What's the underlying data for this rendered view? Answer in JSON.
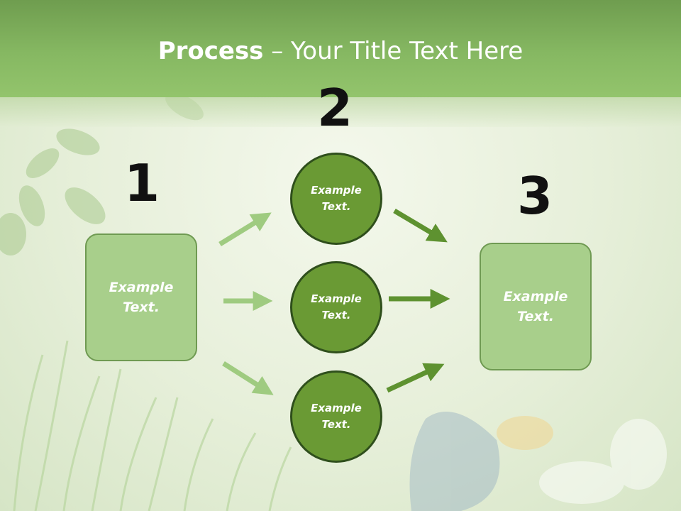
{
  "slide": {
    "title_bold": "Process",
    "title_rest": " – Your Title Text Here"
  },
  "steps": {
    "step1": {
      "number": "1",
      "label": "Example\nText."
    },
    "step2": {
      "number": "2",
      "label": "Example\nText."
    },
    "step3": {
      "number": "3",
      "label": "Example\nText."
    }
  },
  "circles": [
    {
      "label": "Example\nText."
    },
    {
      "label": "Example\nText."
    },
    {
      "label": "Example\nText."
    }
  ],
  "colors": {
    "title_bar": "#86b862",
    "box_fill": "#a8cf8b",
    "circle_fill": "#6a9a34",
    "arrow_light": "#9fcb80",
    "arrow_dark": "#5e9230"
  }
}
